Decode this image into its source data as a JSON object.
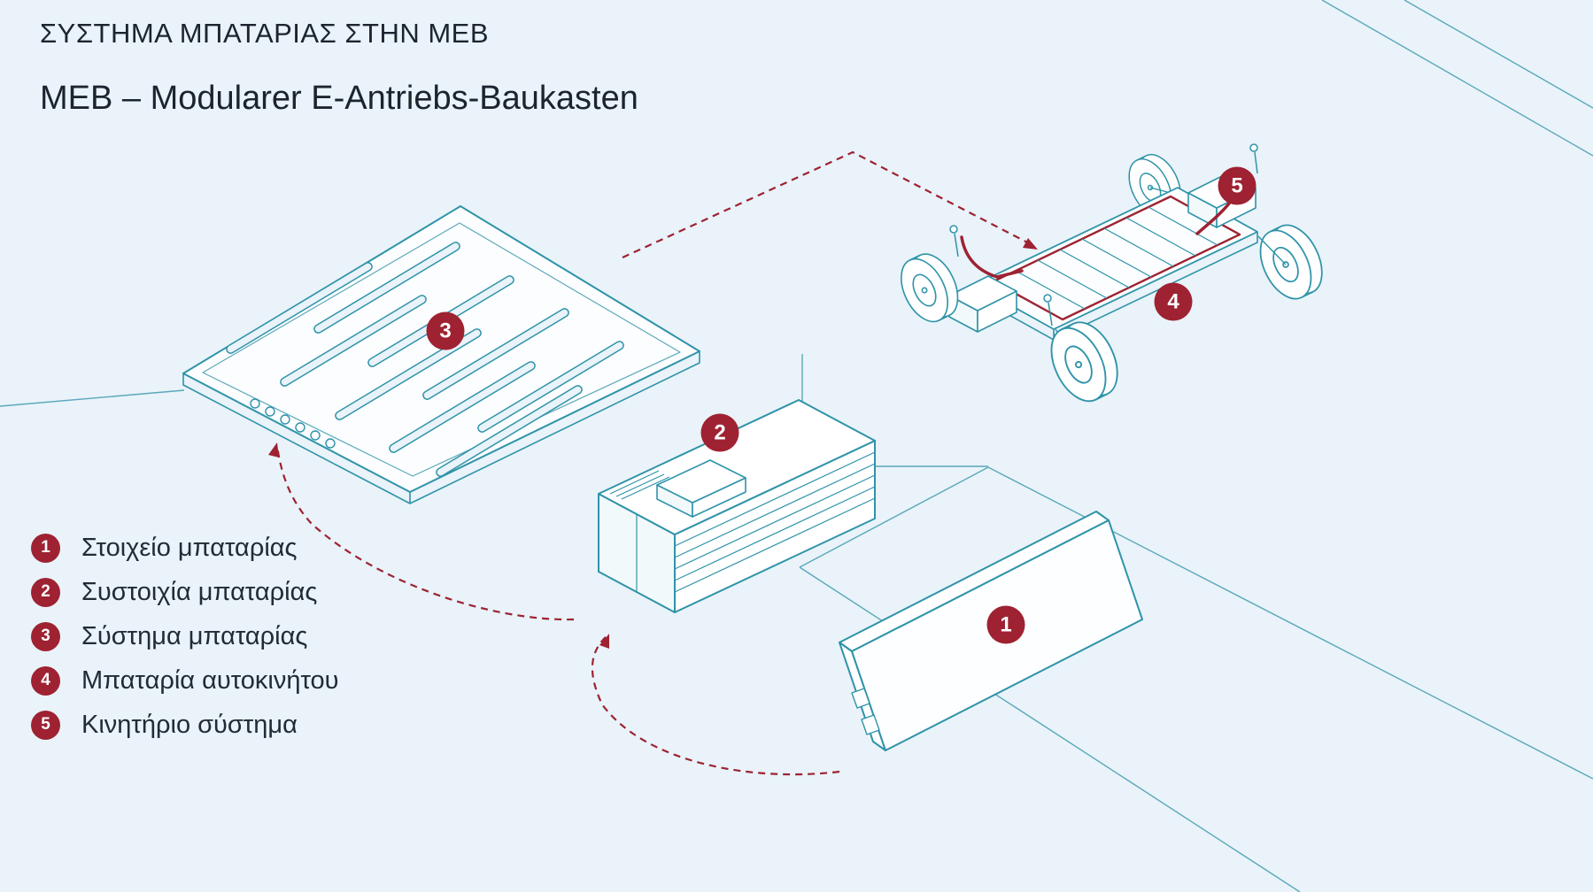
{
  "header": {
    "title": "ΣΥΣΤΗΜΑ ΜΠΑΤΑΡΙΑΣ ΣΤΗΝ MEB",
    "subtitle": "MEB – Modularer E-Antriebs-Baukasten"
  },
  "palette": {
    "background": "#e9f3f9",
    "line_art": "#2f93a9",
    "accent_red": "#9e2232",
    "text": "#1c2430"
  },
  "legend": {
    "items": [
      {
        "number": "1",
        "label": "Στοιχείο μπαταρίας"
      },
      {
        "number": "2",
        "label": "Συστοιχία μπαταρίας"
      },
      {
        "number": "3",
        "label": "Σύστημα μπαταρίας"
      },
      {
        "number": "4",
        "label": "Μπαταρία αυτοκινήτου"
      },
      {
        "number": "5",
        "label": "Κινητήριο σύστημα"
      }
    ]
  },
  "diagram": {
    "markers": [
      {
        "number": "1",
        "target": "battery-cell"
      },
      {
        "number": "2",
        "target": "battery-module"
      },
      {
        "number": "3",
        "target": "battery-system"
      },
      {
        "number": "4",
        "target": "vehicle-battery"
      },
      {
        "number": "5",
        "target": "drive-unit"
      }
    ]
  }
}
